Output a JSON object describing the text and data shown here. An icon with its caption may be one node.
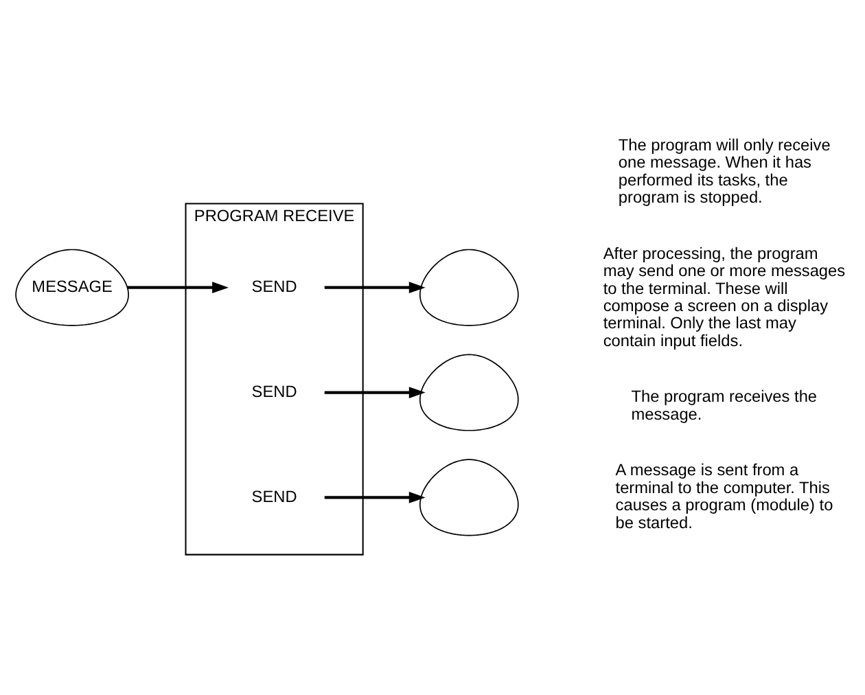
{
  "diagram": {
    "nodes": [
      {
        "text": [
          "MESSAGE"
        ]
      },
      {
        "text": [
          "PROGRAM RECEIVE"
        ]
      },
      {
        "text": [
          "SEND"
        ],
        "in": 1
      },
      {
        "text": [
          "SEND"
        ],
        "in": 1
      },
      {
        "text": [
          "SEND"
        ],
        "in": 1
      },
      {
        "text": [],
        "shape": "display"
      },
      {
        "text": [],
        "shape": "display"
      },
      {
        "text": [],
        "shape": "display"
      }
    ],
    "edges": [
      {
        "from": 0,
        "to": 2,
        "arrow": "to"
      },
      {
        "from": 2,
        "to": 5,
        "arrow": "to"
      },
      {
        "from": 3,
        "to": 6,
        "arrow": "to"
      },
      {
        "from": 4,
        "to": 7,
        "arrow": "to"
      }
    ],
    "labels": [
      "A message is sent from a terminal to the computer. This causes a program (module) to be started.",
      "The program receives the message.",
      "After processing, the program may send one or more messages to the terminal. These will compose a screen on a display terminal. Only the last may contain input fields.",
      "The program will only receive one message. When it has performed its tasks, the program is stopped."
    ]
  }
}
